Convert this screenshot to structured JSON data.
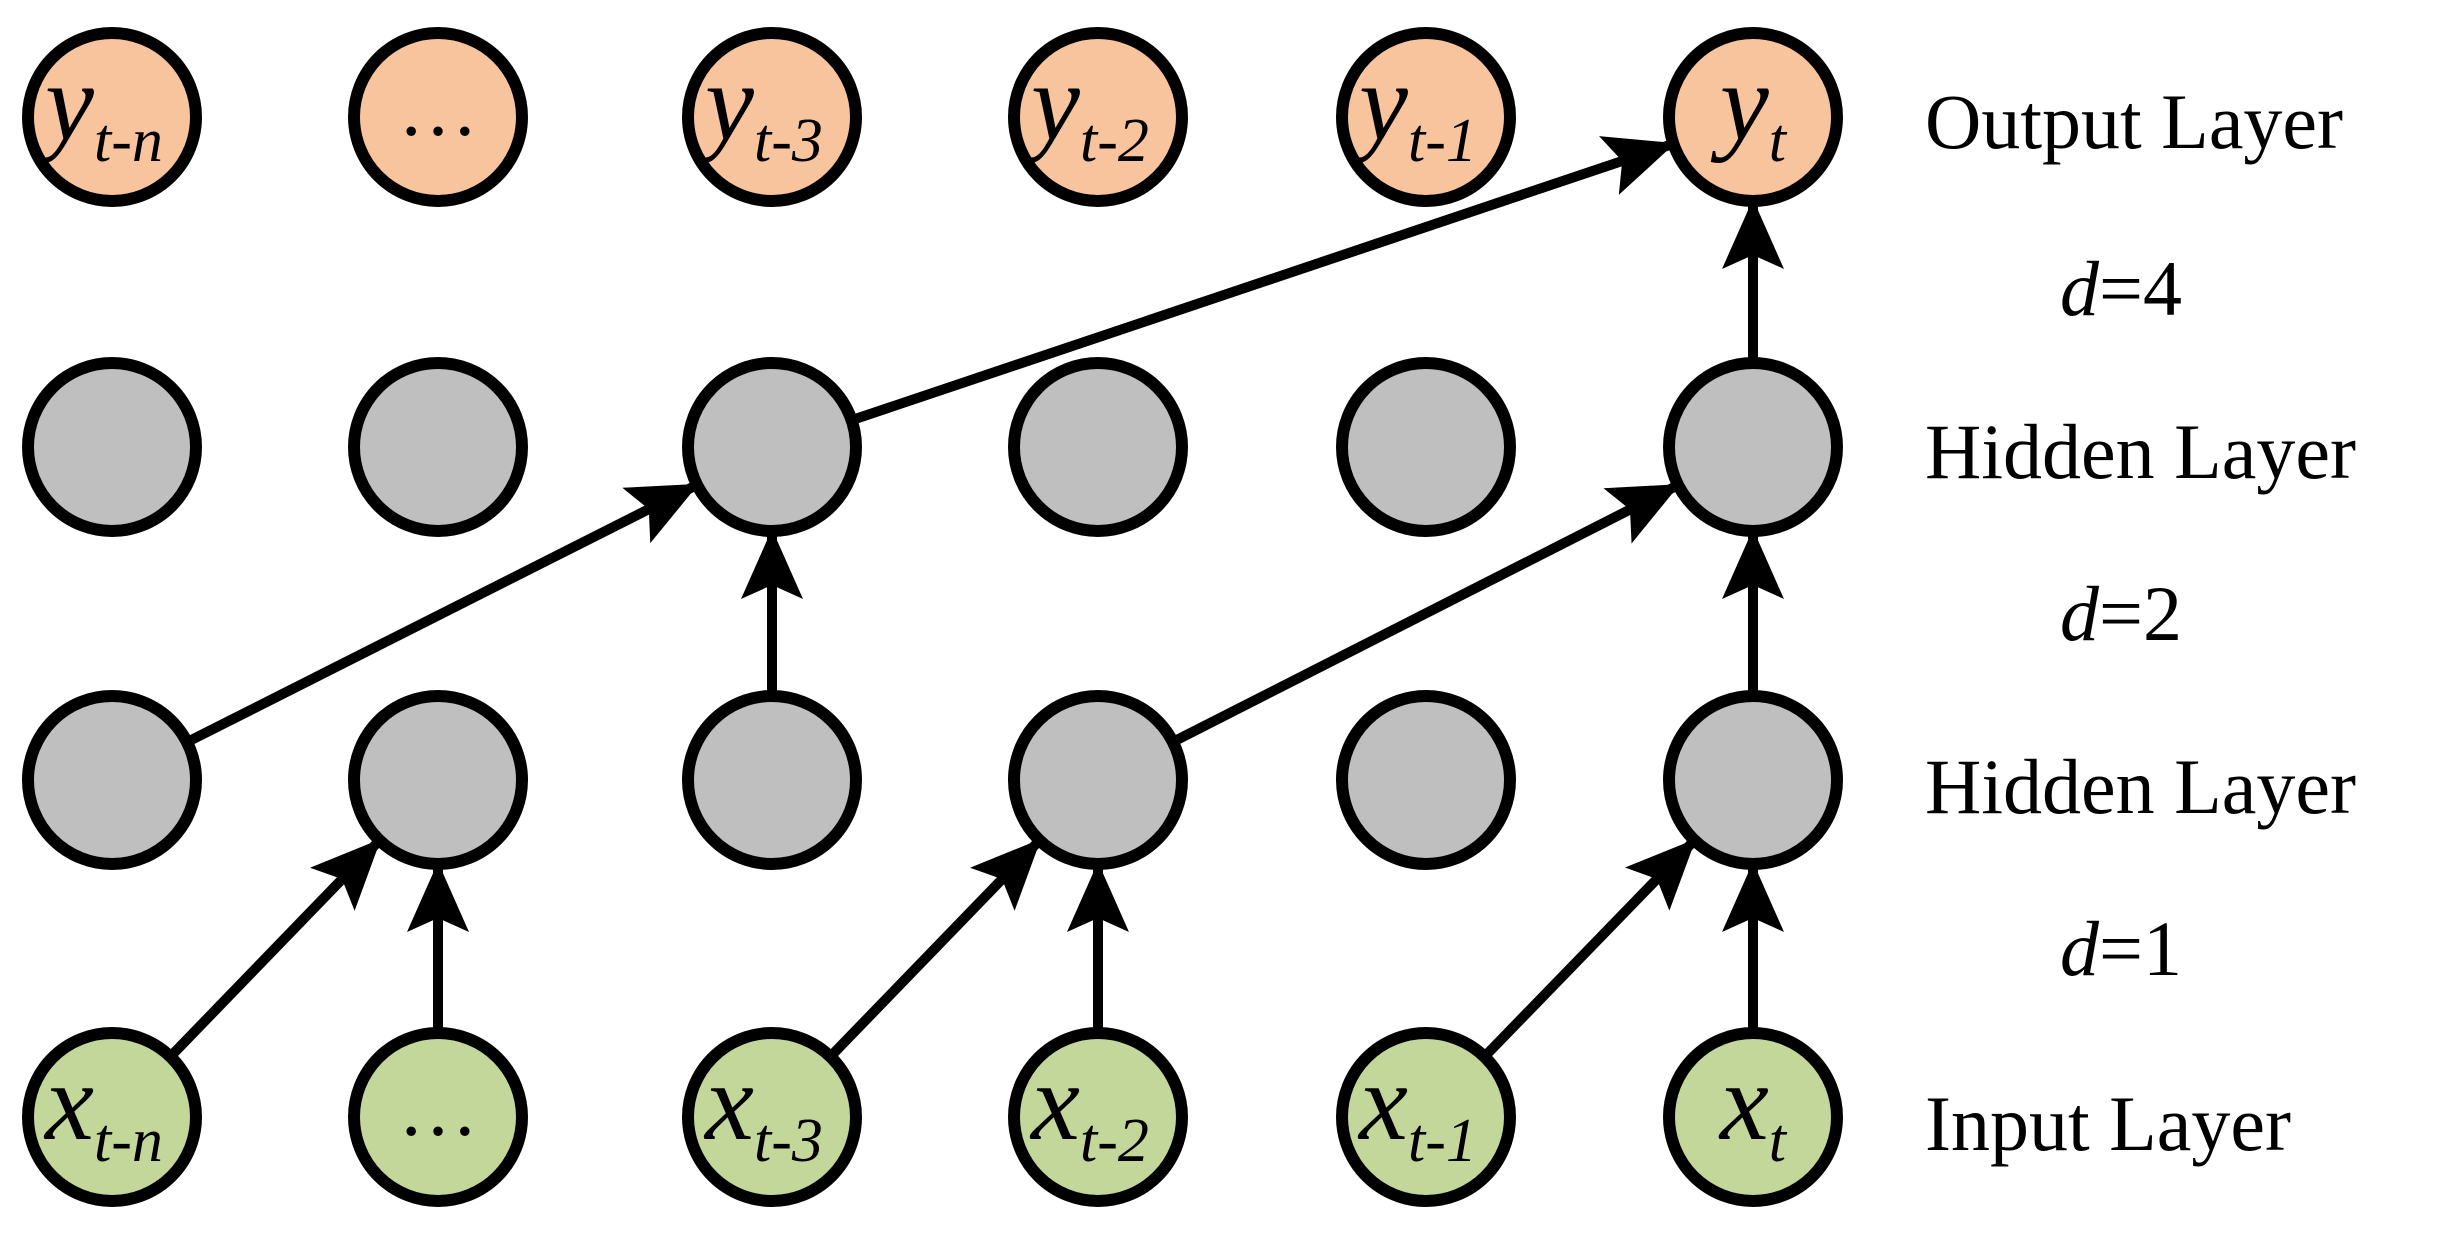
{
  "colors": {
    "output_fill": "#F8C49E",
    "hidden_fill": "#BFBFBF",
    "input_fill": "#C4D79B",
    "stroke": "#000000"
  },
  "output_nodes": [
    {
      "base": "y",
      "sub": "t-n"
    },
    {
      "base": "…",
      "sub": ""
    },
    {
      "base": "y",
      "sub": "t-3"
    },
    {
      "base": "y",
      "sub": "t-2"
    },
    {
      "base": "y",
      "sub": "t-1"
    },
    {
      "base": "y",
      "sub": "t"
    }
  ],
  "input_nodes": [
    {
      "base": "x",
      "sub": "t-n"
    },
    {
      "base": "…",
      "sub": ""
    },
    {
      "base": "x",
      "sub": "t-3"
    },
    {
      "base": "x",
      "sub": "t-2"
    },
    {
      "base": "x",
      "sub": "t-1"
    },
    {
      "base": "x",
      "sub": "t"
    }
  ],
  "layer_labels": {
    "output": "Output Layer",
    "hidden_2": "Hidden Layer",
    "hidden_1": "Hidden Layer",
    "input": "Input Layer"
  },
  "dilations": [
    {
      "var": "d",
      "value": "=4"
    },
    {
      "var": "d",
      "value": "=2"
    },
    {
      "var": "d",
      "value": "=1"
    }
  ],
  "edges": [
    {
      "from_layer": 0,
      "from_col": 0,
      "to_layer": 1,
      "to_col": 1
    },
    {
      "from_layer": 0,
      "from_col": 1,
      "to_layer": 1,
      "to_col": 1
    },
    {
      "from_layer": 0,
      "from_col": 2,
      "to_layer": 1,
      "to_col": 3
    },
    {
      "from_layer": 0,
      "from_col": 3,
      "to_layer": 1,
      "to_col": 3
    },
    {
      "from_layer": 0,
      "from_col": 4,
      "to_layer": 1,
      "to_col": 5
    },
    {
      "from_layer": 0,
      "from_col": 5,
      "to_layer": 1,
      "to_col": 5
    },
    {
      "from_layer": 1,
      "from_col": 0,
      "to_layer": 2,
      "to_col": 2
    },
    {
      "from_layer": 1,
      "from_col": 2,
      "to_layer": 2,
      "to_col": 2
    },
    {
      "from_layer": 1,
      "from_col": 3,
      "to_layer": 2,
      "to_col": 5
    },
    {
      "from_layer": 1,
      "from_col": 5,
      "to_layer": 2,
      "to_col": 5
    },
    {
      "from_layer": 2,
      "from_col": 2,
      "to_layer": 3,
      "to_col": 5
    },
    {
      "from_layer": 2,
      "from_col": 5,
      "to_layer": 3,
      "to_col": 5
    }
  ]
}
